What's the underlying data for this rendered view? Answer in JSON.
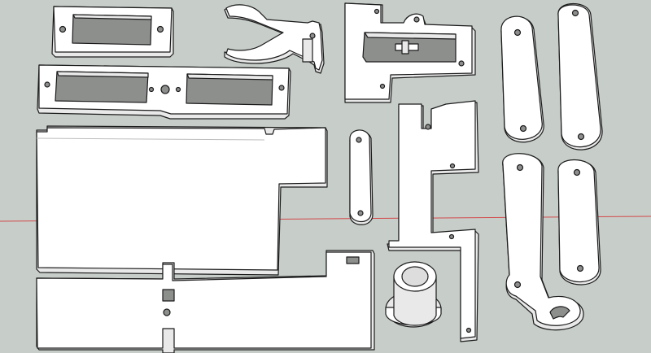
{
  "viewport": {
    "background": "#c7cdc9",
    "axis_color": "#d24a4a"
  },
  "parts": [
    {
      "name": "servo-frame-plate"
    },
    {
      "name": "double-servo-frame-plate"
    },
    {
      "name": "large-base-plate"
    },
    {
      "name": "lower-base-plate"
    },
    {
      "name": "gripper-claw"
    },
    {
      "name": "servo-bracket"
    },
    {
      "name": "short-link-arm"
    },
    {
      "name": "l-bracket-plate"
    },
    {
      "name": "bushing"
    },
    {
      "name": "long-link-arm"
    },
    {
      "name": "hook-link-arm"
    }
  ]
}
